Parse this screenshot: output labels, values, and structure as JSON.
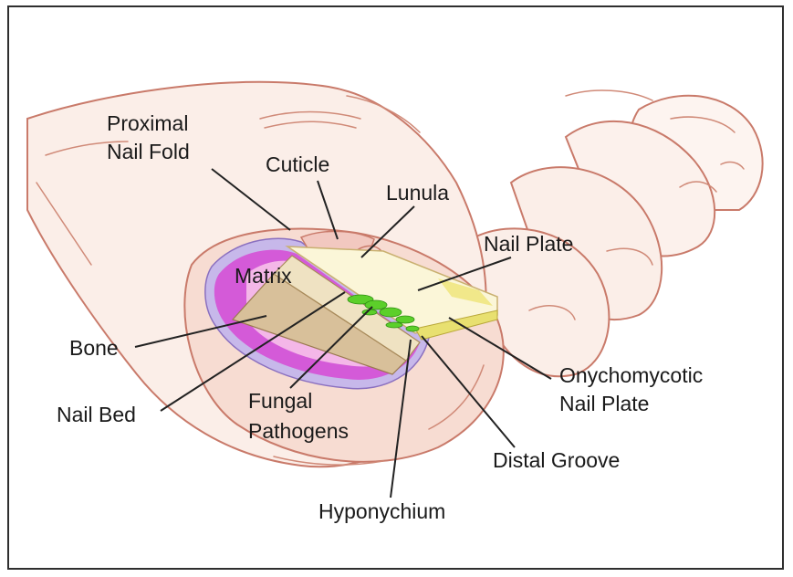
{
  "labels": {
    "proximal_nail_fold_1": "Proximal",
    "proximal_nail_fold_2": "Nail Fold",
    "cuticle": "Cuticle",
    "lunula": "Lunula",
    "nail_plate": "Nail Plate",
    "matrix": "Matrix",
    "bone": "Bone",
    "nail_bed": "Nail Bed",
    "fungal_pathogens_1": "Fungal",
    "fungal_pathogens_2": "Pathogens",
    "onychomycotic_1": "Onychomycotic",
    "onychomycotic_2": "Nail Plate",
    "distal_groove": "Distal Groove",
    "hyponychium": "Hyponychium"
  },
  "colors": {
    "skin_outline": "#c97a6a",
    "skin_fill": "#fbeee8",
    "skin_shade": "#f3d3c8",
    "magenta": "#d45ad8",
    "lavender": "#c7b8ea",
    "bone": "#d8c09a",
    "nail_plate": "#fbf6d8",
    "nail_edge_yellow": "#e8e070",
    "fungal_green": "#5ccf2a",
    "leader_line": "#222222"
  }
}
